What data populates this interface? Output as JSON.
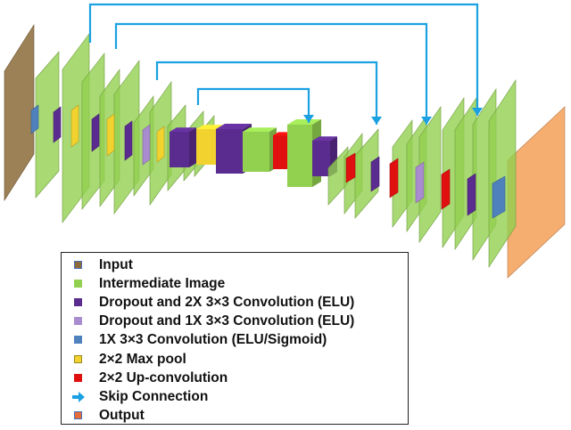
{
  "legend": {
    "items": [
      {
        "label": "Input",
        "icon": "input-swatch-icon",
        "color": "#8B6B3A",
        "border": "#4a6fb5"
      },
      {
        "label": "Intermediate Image",
        "icon": "intermediate-swatch-icon",
        "color": "#92D050",
        "border": "#92D050"
      },
      {
        "label": "Dropout and 2X 3×3 Convolution (ELU)",
        "icon": "dropout-2x-swatch-icon",
        "color": "#5B2C8F",
        "border": "#5B2C8F"
      },
      {
        "label": "Dropout and 1X 3×3 Convolution (ELU)",
        "icon": "dropout-1x-swatch-icon",
        "color": "#A98BD0",
        "border": "#A98BD0"
      },
      {
        "label": "1X 3×3 Convolution (ELU/Sigmoid)",
        "icon": "conv-1x-swatch-icon",
        "color": "#4F81BD",
        "border": "#4F81BD"
      },
      {
        "label": "2×2 Max pool",
        "icon": "maxpool-swatch-icon",
        "color": "#F2D22E",
        "border": "#9a8a20"
      },
      {
        "label": "2×2 Up-convolution",
        "icon": "upconv-swatch-icon",
        "color": "#E01010",
        "border": "#E01010"
      },
      {
        "label": "Skip Connection",
        "icon": "skip-arrow-icon",
        "color": "#1BA1E2",
        "border": "#1BA1E2"
      },
      {
        "label": "Output",
        "icon": "output-swatch-icon",
        "color": "#E46C3A",
        "border": "#4a6fb5"
      }
    ]
  },
  "colors": {
    "input": "#8B6B3A",
    "intermediate": "#92D050",
    "dropout2x": "#5B2C8F",
    "dropout1x": "#A98BD0",
    "conv1x": "#4F81BD",
    "maxpool": "#F2D22E",
    "upconv": "#E01010",
    "skip": "#1BA1E2",
    "output": "#F4A460"
  }
}
